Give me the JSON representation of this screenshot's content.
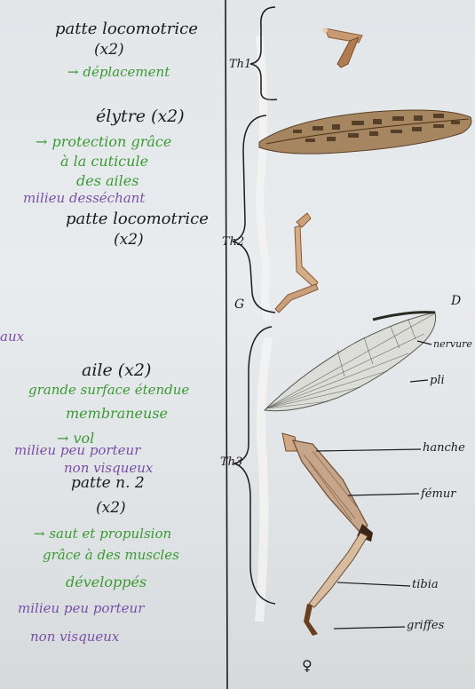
{
  "left_notes": [
    {
      "id": "n1",
      "text": "patte locomotrice",
      "color": "black"
    },
    {
      "id": "n2",
      "text": "(x2)",
      "color": "black"
    },
    {
      "id": "n3",
      "text": "→ déplacement",
      "color": "green"
    },
    {
      "id": "n4",
      "text": "élytre (x2)",
      "color": "black"
    },
    {
      "id": "n5",
      "text": "→ protection grâce",
      "color": "green"
    },
    {
      "id": "n6",
      "text": "à la cuticule",
      "color": "green"
    },
    {
      "id": "n7",
      "text": "des ailes",
      "color": "green"
    },
    {
      "id": "n8",
      "text": "milieu desséchant",
      "color": "purple"
    },
    {
      "id": "n9",
      "text": "patte locomotrice",
      "color": "black"
    },
    {
      "id": "n10",
      "text": "(x2)",
      "color": "black"
    },
    {
      "id": "n11",
      "text": "aux",
      "color": "purple"
    },
    {
      "id": "n12",
      "text": "aile (x2)",
      "color": "black"
    },
    {
      "id": "n13",
      "text": "grande surface étendue",
      "color": "green"
    },
    {
      "id": "n14",
      "text": "membraneuse",
      "color": "green"
    },
    {
      "id": "n15",
      "text": "→ vol",
      "color": "green"
    },
    {
      "id": "n16",
      "text": "milieu peu porteur",
      "color": "purple"
    },
    {
      "id": "n17",
      "text": "non visqueux",
      "color": "purple"
    },
    {
      "id": "n18",
      "text": "patte n. 2",
      "color": "black"
    },
    {
      "id": "n19",
      "text": "(x2)",
      "color": "black"
    },
    {
      "id": "n20",
      "text": "→ saut et propulsion",
      "color": "green"
    },
    {
      "id": "n21",
      "text": "grâce à des muscles",
      "color": "green"
    },
    {
      "id": "n22",
      "text": "développés",
      "color": "green"
    },
    {
      "id": "n23",
      "text": "milieu peu porteur",
      "color": "purple"
    },
    {
      "id": "n24",
      "text": "non visqueux",
      "color": "purple"
    }
  ],
  "segment_labels": {
    "th1": "Th1",
    "th2": "Th2",
    "th3": "Th3",
    "g": "G",
    "d": "D",
    "female": "♀"
  },
  "part_labels": {
    "nervure": "nervure",
    "pli": "pli",
    "hanche": "hanche",
    "femur": "fémur",
    "tibia": "tibia",
    "griffes": "griffes"
  },
  "colors": {
    "ink_black": "#1b1b1b",
    "ink_green": "#3b9a34",
    "ink_purple": "#7a4fa6",
    "paper": "#e6e9eb"
  }
}
